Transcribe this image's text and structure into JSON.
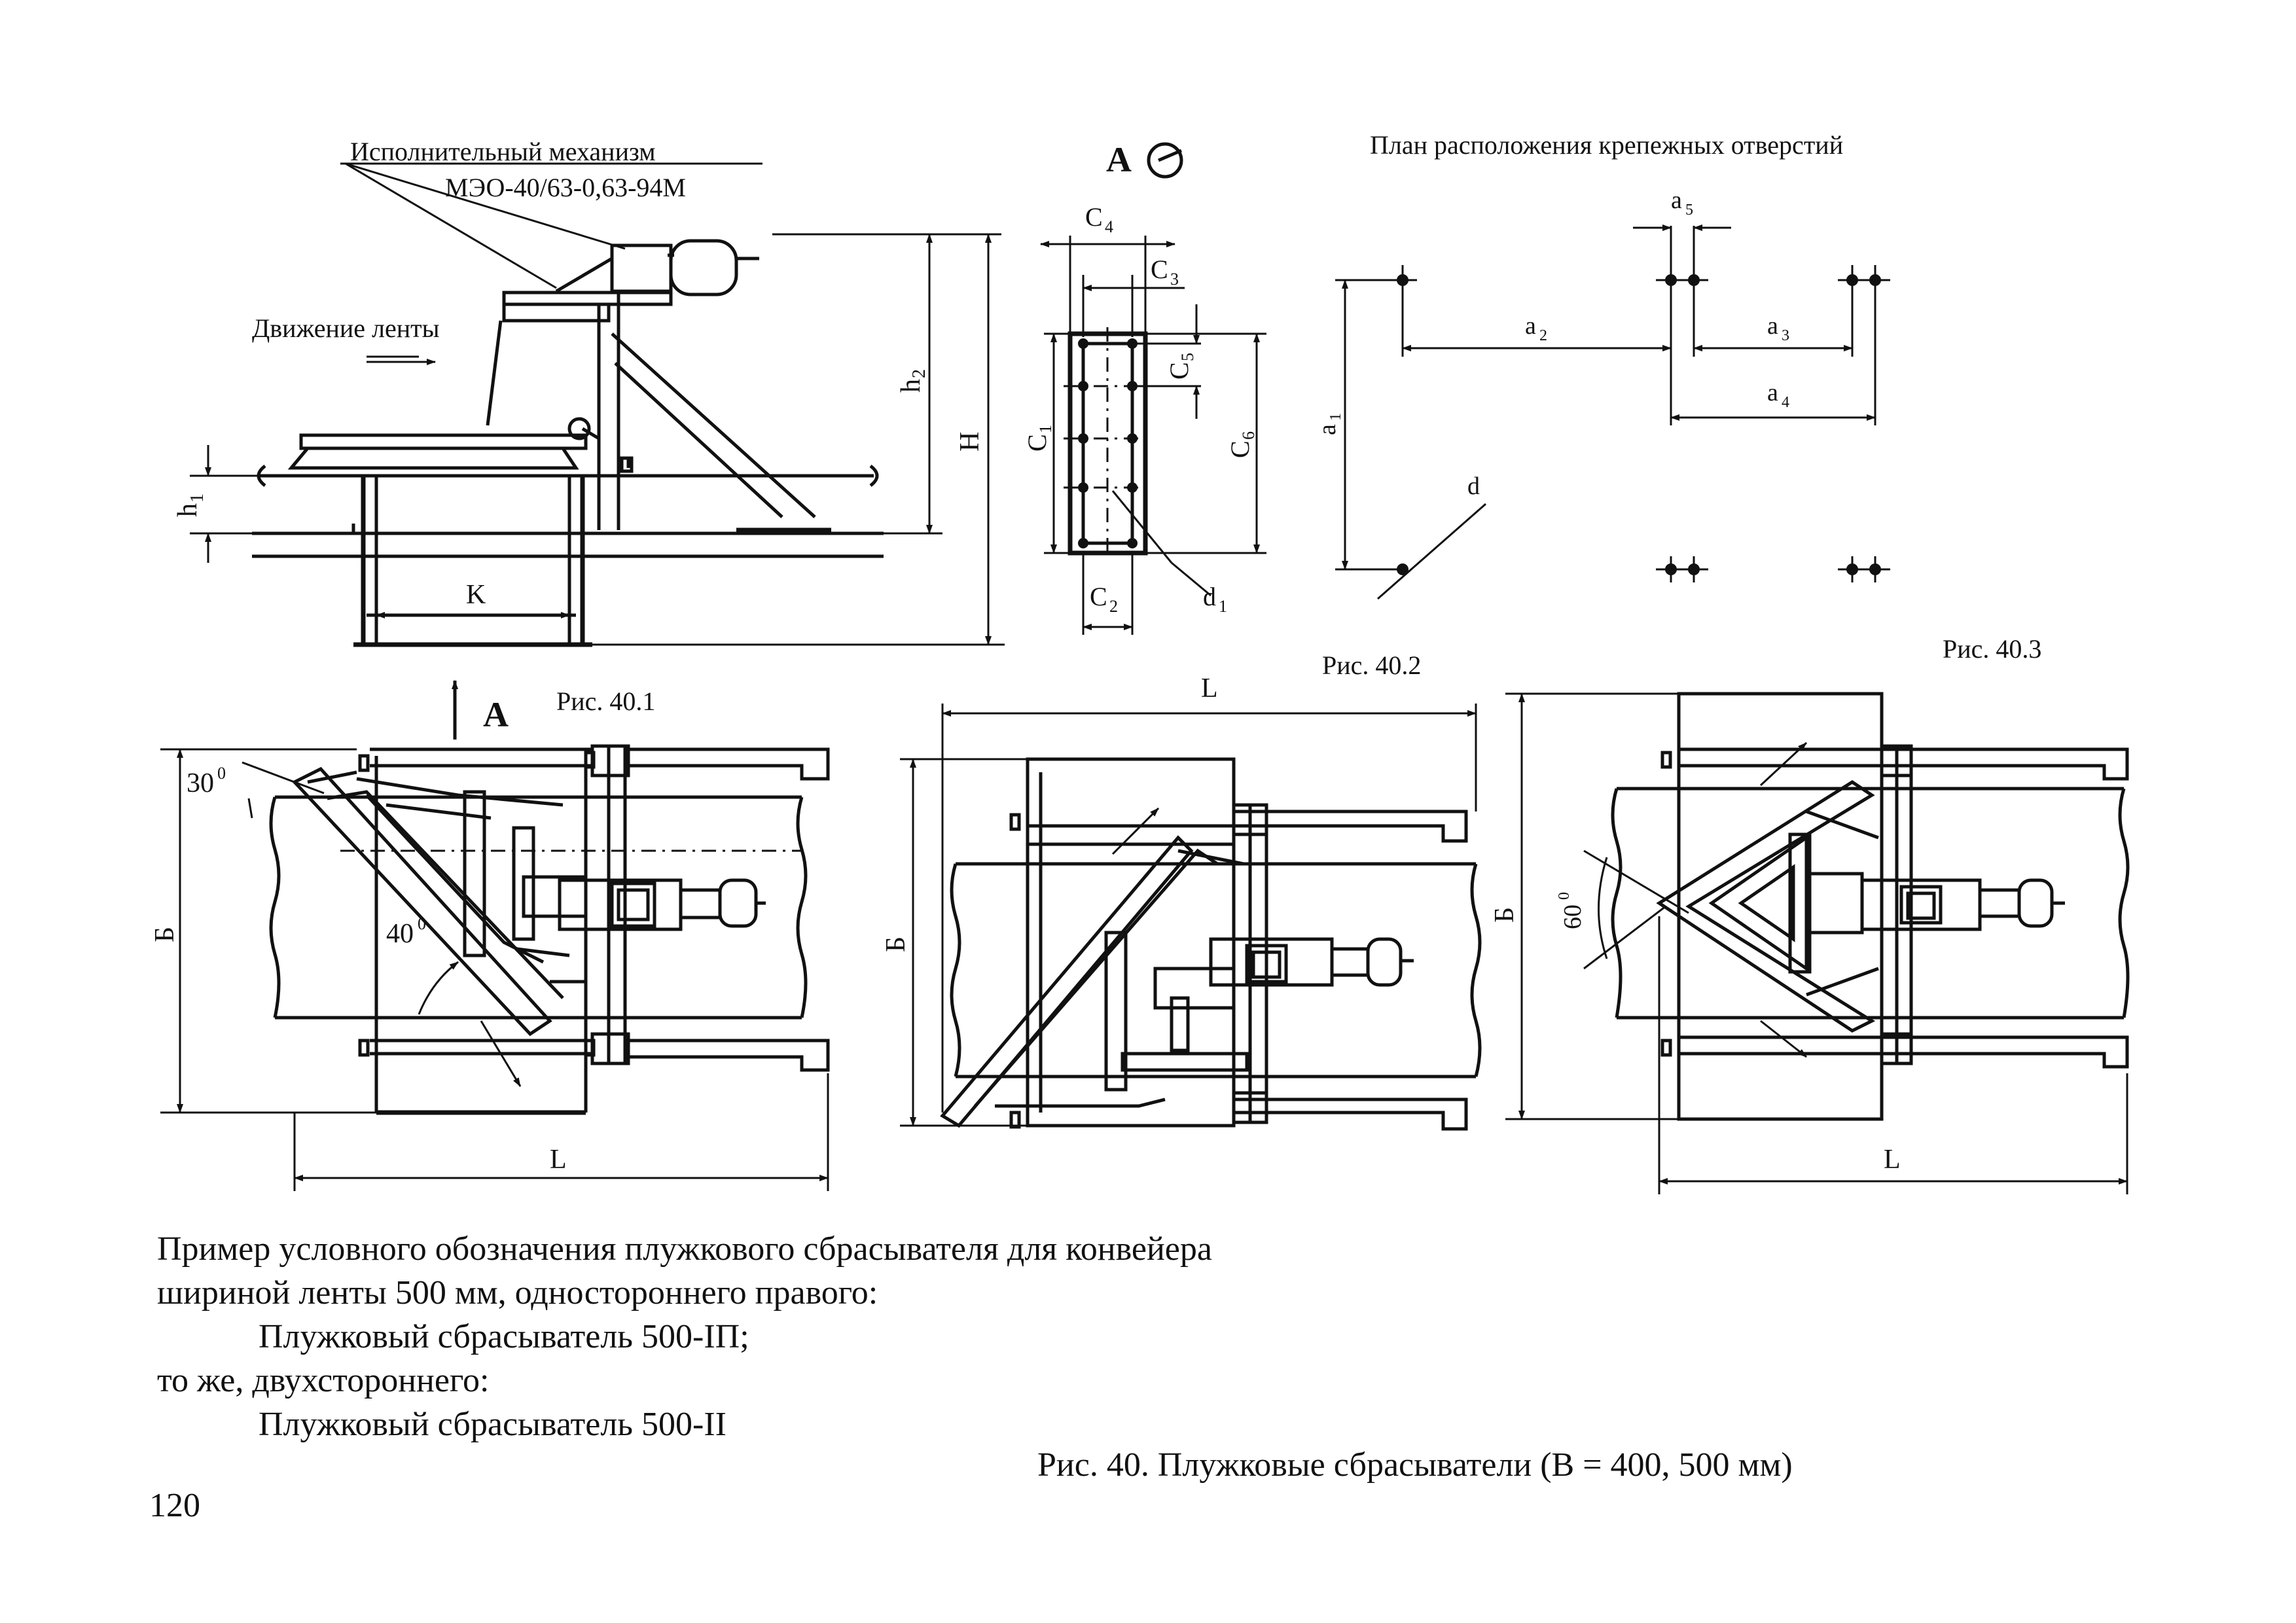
{
  "fig1": {
    "actuator_label": "Исполнительный механизм",
    "actuator_model": "МЭО-40/63-0,63-94М",
    "belt_motion": "Движение ленты",
    "caption": "Рис. 40.1",
    "dims": {
      "h1": "h",
      "h1_sub": "1",
      "h2": "h",
      "h2_sub": "2",
      "H": "H",
      "K": "K",
      "angle30": "30",
      "angle40": "40",
      "deg": "0",
      "B": "Б",
      "L": "L",
      "view": "А"
    }
  },
  "fig2": {
    "view_label": "А",
    "caption": "Рис. 40.2",
    "dims": {
      "c4": "C",
      "c4_sub": "4",
      "c3": "C",
      "c3_sub": "3",
      "c5": "C",
      "c5_sub": "5",
      "c1": "C",
      "c1_sub": "1",
      "c6": "C",
      "c6_sub": "6",
      "c2": "C",
      "c2_sub": "2",
      "d1": "d",
      "d1_sub": "1",
      "B": "Б",
      "L": "L"
    }
  },
  "fig3": {
    "title": "План расположения крепежных отверстий",
    "caption": "Рис. 40.3",
    "dims": {
      "a5": "a",
      "a5_sub": "5",
      "a2": "a",
      "a2_sub": "2",
      "a3": "a",
      "a3_sub": "3",
      "a4": "a",
      "a4_sub": "4",
      "a1": "a",
      "a1_sub": "1",
      "d": "d",
      "B": "Б",
      "L": "L",
      "angle60": "60",
      "deg": "0"
    }
  },
  "example": {
    "line1": "Пример условного обозначения плужкового сбрасывателя для конвейера",
    "line2": "шириной ленты 500 мм, одностороннего правого:",
    "line3": "Плужковый сбрасыватель 500-IП;",
    "line4": "то же, двухстороннего:",
    "line5": "Плужковый сбрасыватель 500-II"
  },
  "figure_caption": "Рис. 40. Плужковые сбрасыватели (В = 400, 500 мм)",
  "page_number": "120"
}
